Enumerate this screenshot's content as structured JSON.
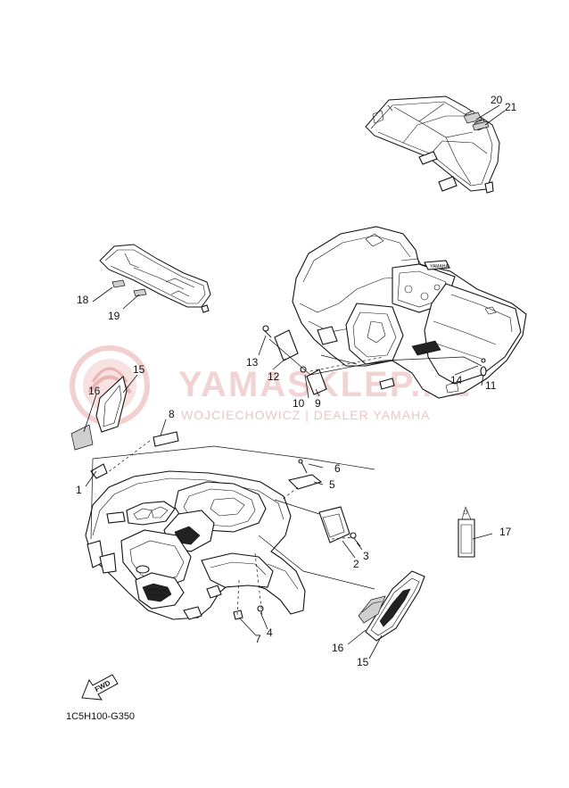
{
  "watermark": {
    "brand": "YAMASKLEP.PL",
    "subtitle": "WOJCIECHOWICZ | DEALER YAMAHA"
  },
  "reference_code": "1C5H100-G350",
  "fwd_label": "FWD",
  "callouts": [
    {
      "id": "c1",
      "label": "1"
    },
    {
      "id": "c2",
      "label": "2"
    },
    {
      "id": "c3",
      "label": "3"
    },
    {
      "id": "c4",
      "label": "4"
    },
    {
      "id": "c5",
      "label": "5"
    },
    {
      "id": "c6",
      "label": "6"
    },
    {
      "id": "c7",
      "label": "7"
    },
    {
      "id": "c8",
      "label": "8"
    },
    {
      "id": "c9",
      "label": "9"
    },
    {
      "id": "c10",
      "label": "10"
    },
    {
      "id": "c11",
      "label": "11"
    },
    {
      "id": "c12",
      "label": "12"
    },
    {
      "id": "c13",
      "label": "13"
    },
    {
      "id": "c14",
      "label": "14"
    },
    {
      "id": "c15a",
      "label": "15"
    },
    {
      "id": "c16a",
      "label": "16"
    },
    {
      "id": "c15b",
      "label": "15"
    },
    {
      "id": "c16b",
      "label": "16"
    },
    {
      "id": "c17",
      "label": "17"
    },
    {
      "id": "c18",
      "label": "18"
    },
    {
      "id": "c19",
      "label": "19"
    },
    {
      "id": "c20",
      "label": "20"
    },
    {
      "id": "c21",
      "label": "21"
    }
  ]
}
